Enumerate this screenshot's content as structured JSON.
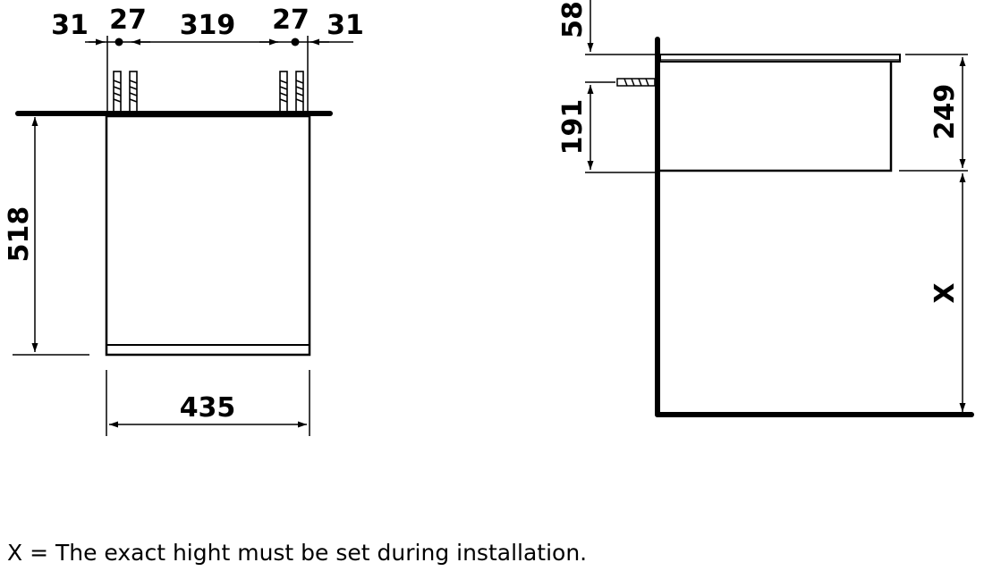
{
  "front_view": {
    "top_dims": [
      "31",
      "27",
      "319",
      "27",
      "31"
    ],
    "height_dim": "518",
    "width_dim": "435"
  },
  "side_view": {
    "top_offset_dim": "58",
    "anchor_height_dim": "191",
    "drawer_height_dim": "249",
    "variable_height_dim": "X"
  },
  "footnote": "X = The exact hight must be set during installation.",
  "colors": {
    "line": "#000000",
    "background": "#ffffff"
  }
}
